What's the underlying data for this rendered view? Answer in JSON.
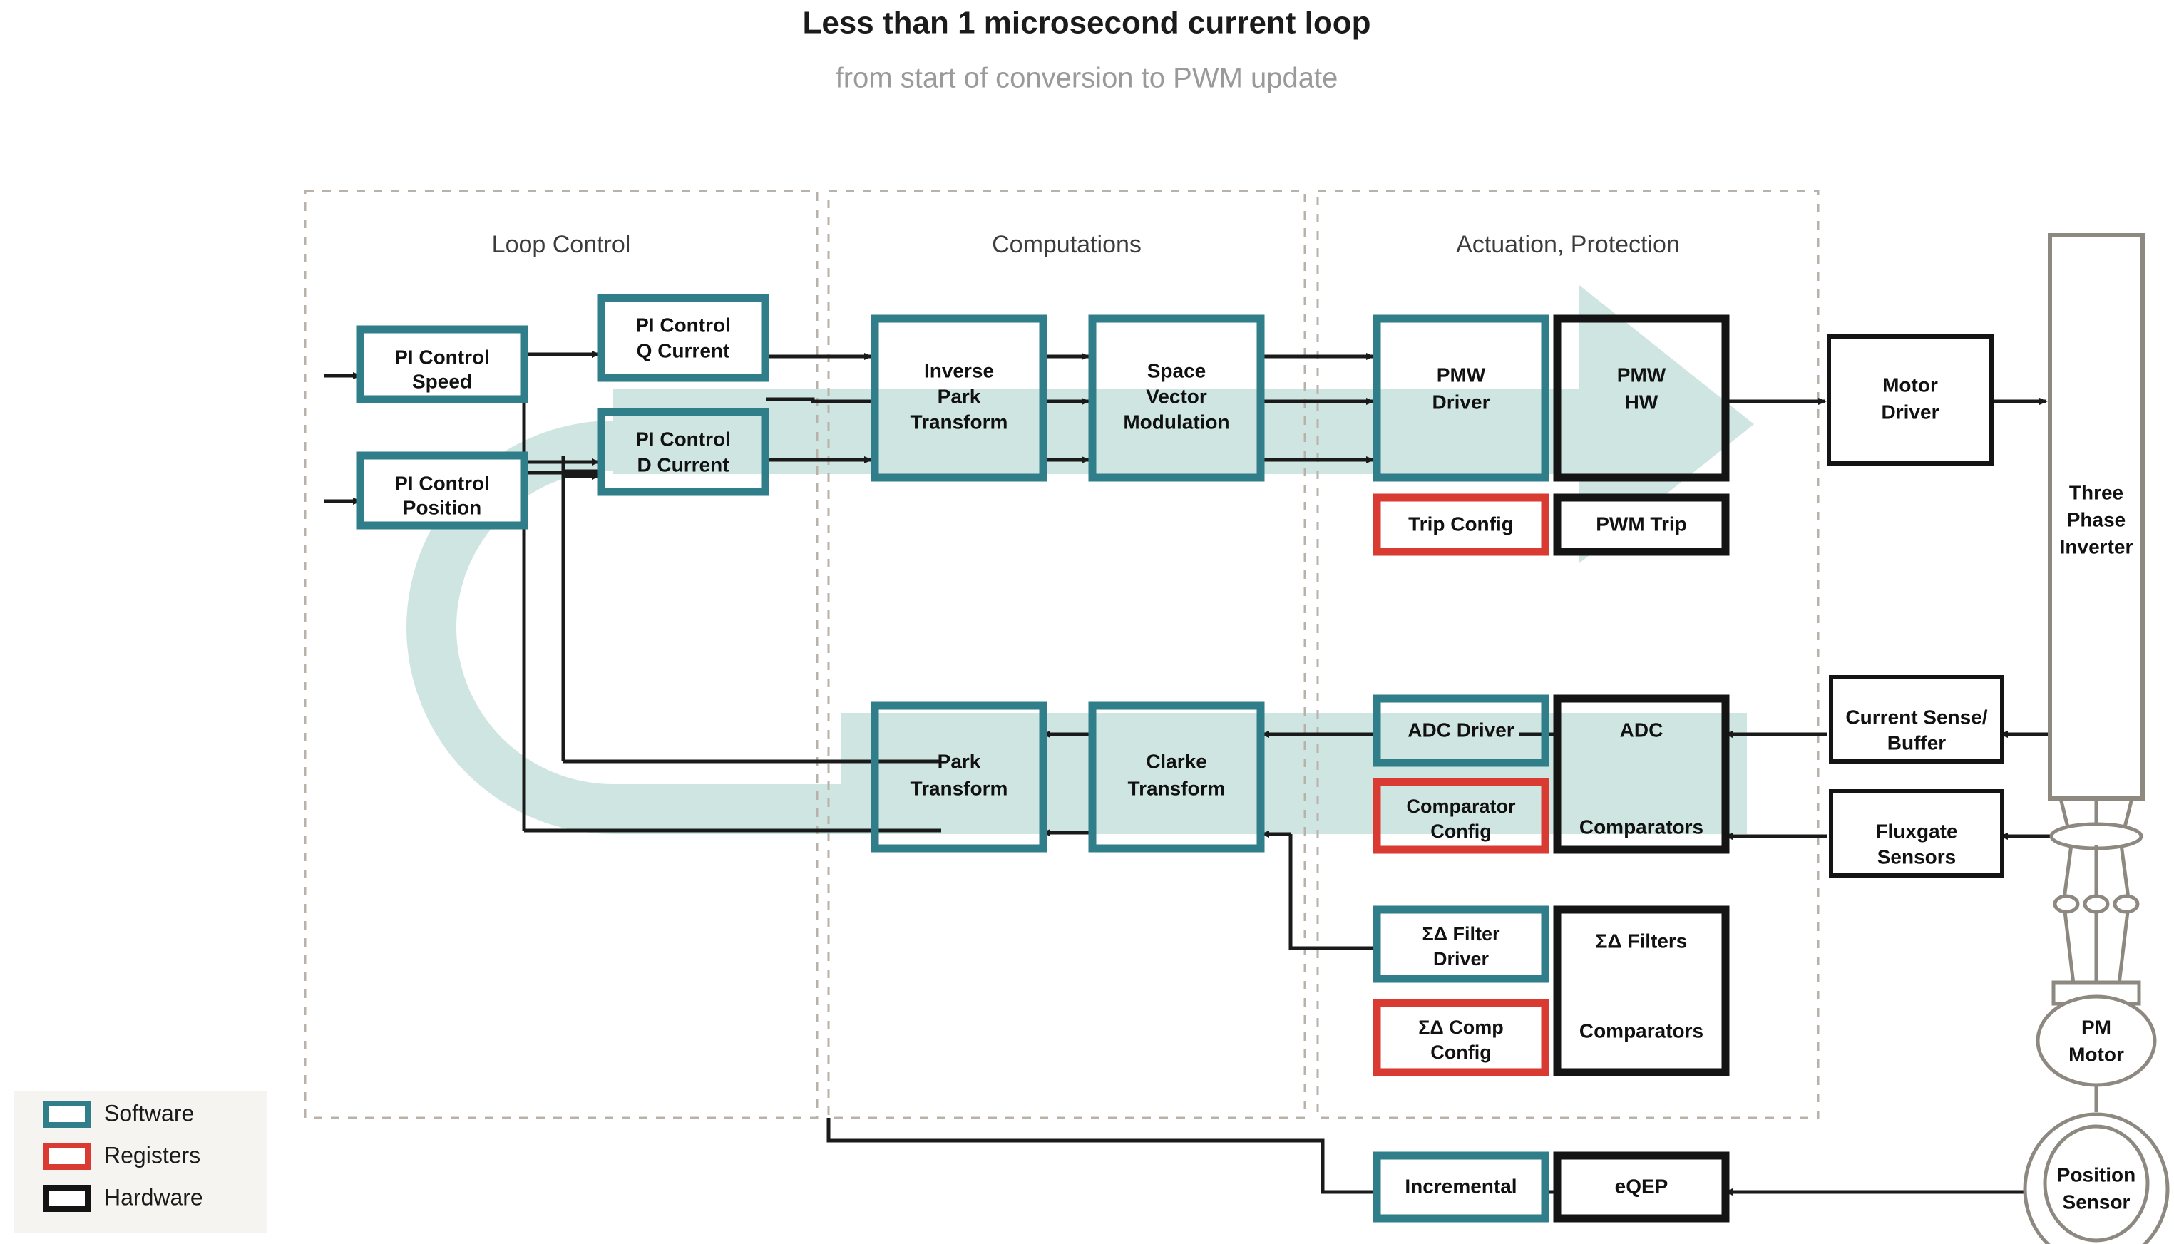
{
  "header": {
    "title": "Less than 1 microsecond current loop",
    "subtitle": "from start of conversion to PWM update"
  },
  "colors": {
    "software": "#2f7e8a",
    "registers": "#d93a31",
    "hardware": "#141414",
    "highlight": "#cfe5e1",
    "group_border": "#b9b2aa",
    "outline_gray": "#8d8981",
    "subtitle": "#9a9a9a"
  },
  "groups": [
    {
      "id": "loop-control",
      "label": "Loop Control"
    },
    {
      "id": "computations",
      "label": "Computations"
    },
    {
      "id": "actuation-protection",
      "label": "Actuation, Protection"
    }
  ],
  "blocks": {
    "pi_speed": {
      "label": "PI Control\nSpeed",
      "line1": "PI Control",
      "line2": "Speed",
      "kind": "software"
    },
    "pi_position": {
      "label": "PI Control\nPosition",
      "line1": "PI Control",
      "line2": "Position",
      "kind": "software"
    },
    "pi_q": {
      "line1": "PI Control",
      "line2": "Q Current",
      "kind": "software"
    },
    "pi_d": {
      "line1": "PI Control",
      "line2": "D Current",
      "kind": "software"
    },
    "inverse_park": {
      "line1": "Inverse",
      "line2": "Park",
      "line3": "Transform",
      "kind": "software"
    },
    "svm": {
      "line1": "Space",
      "line2": "Vector",
      "line3": "Modulation",
      "kind": "software"
    },
    "pmw_driver": {
      "line1": "PMW",
      "line2": "Driver",
      "kind": "software"
    },
    "pmw_hw": {
      "line1": "PMW",
      "line2": "HW",
      "kind": "hardware"
    },
    "trip_config": {
      "line1": "Trip Config",
      "kind": "registers"
    },
    "pwm_trip": {
      "line1": "PWM Trip",
      "kind": "hardware"
    },
    "motor_driver": {
      "line1": "Motor",
      "line2": "Driver",
      "kind": "hardware"
    },
    "three_phase_inverter": {
      "line1": "Three",
      "line2": "Phase",
      "line3": "Inverter",
      "kind": "outline"
    },
    "park": {
      "line1": "Park",
      "line2": "Transform",
      "kind": "software"
    },
    "clarke": {
      "line1": "Clarke",
      "line2": "Transform",
      "kind": "software"
    },
    "adc_driver": {
      "line1": "ADC Driver",
      "kind": "software"
    },
    "comparator_config": {
      "line1": "Comparator",
      "line2": "Config",
      "kind": "registers"
    },
    "adc_comparators": {
      "line1": "ADC",
      "line2": "Comparators",
      "kind": "hardware"
    },
    "current_sense": {
      "line1": "Current Sense/",
      "line2": "Buffer",
      "kind": "hardware"
    },
    "fluxgate": {
      "line1": "Fluxgate",
      "line2": "Sensors",
      "kind": "hardware"
    },
    "sd_filter_driver": {
      "line1": "ΣΔ Filter",
      "line2": "Driver",
      "kind": "software"
    },
    "sd_comp_config": {
      "line1": "ΣΔ Comp",
      "line2": "Config",
      "kind": "registers"
    },
    "sd_filters": {
      "line1": "ΣΔ Filters",
      "line2": "Comparators",
      "kind": "hardware"
    },
    "incremental": {
      "line1": "Incremental",
      "kind": "software"
    },
    "eqep": {
      "line1": "eQEP",
      "kind": "hardware"
    },
    "pm_motor": {
      "line1": "PM",
      "line2": "Motor",
      "kind": "outline"
    },
    "position_sensor": {
      "line1": "Position",
      "line2": "Sensor",
      "kind": "outline"
    }
  },
  "legend": {
    "items": [
      {
        "label": "Software",
        "color": "#2f7e8a"
      },
      {
        "label": "Registers",
        "color": "#d93a31"
      },
      {
        "label": "Hardware",
        "color": "#141414"
      }
    ]
  }
}
